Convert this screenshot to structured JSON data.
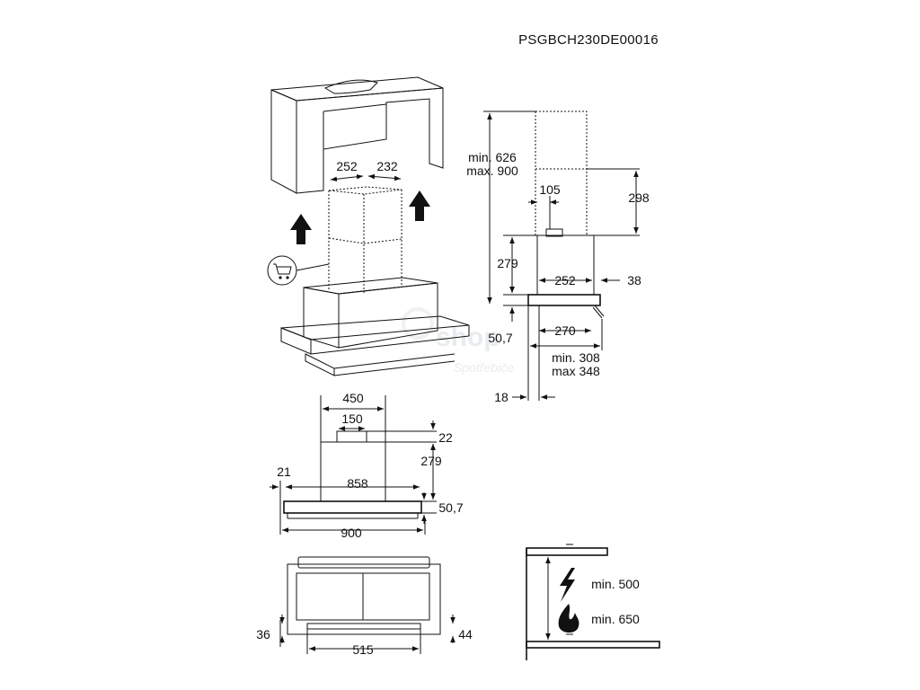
{
  "header": {
    "code": "PSGBCH230DE00016"
  },
  "watermark": {
    "brand": "shop",
    "sub": "Spotřebiče"
  },
  "icons": {
    "arrow_up_left": "arrow-up-icon",
    "arrow_up_right": "arrow-up-icon",
    "cart": "cart-icon",
    "lightning": "lightning-icon",
    "flame": "flame-icon"
  },
  "iso_view": {
    "width_front": "252",
    "width_side": "232"
  },
  "side_view": {
    "min_total": "min. 626",
    "max_total": "max. 900",
    "offset": "105",
    "top_gap": "298",
    "height": "279",
    "chimney_depth": "252",
    "front_lip": "38",
    "bottom_thickness": "50,7",
    "body_depth": "270",
    "extended_min": "min. 308",
    "extended_max": "max 348",
    "rear_gap": "18"
  },
  "front_view": {
    "chimney_width": "450",
    "outlet_width": "150",
    "outlet_height": "22",
    "body_height": "279",
    "inner_width": "858",
    "side_gap": "21",
    "panel_height": "50,7",
    "total_width": "900"
  },
  "bottom_view": {
    "left_gap": "36",
    "right_gap": "44",
    "handle_width": "515"
  },
  "clearance": {
    "electric": "min. 500",
    "gas": "min. 650"
  }
}
